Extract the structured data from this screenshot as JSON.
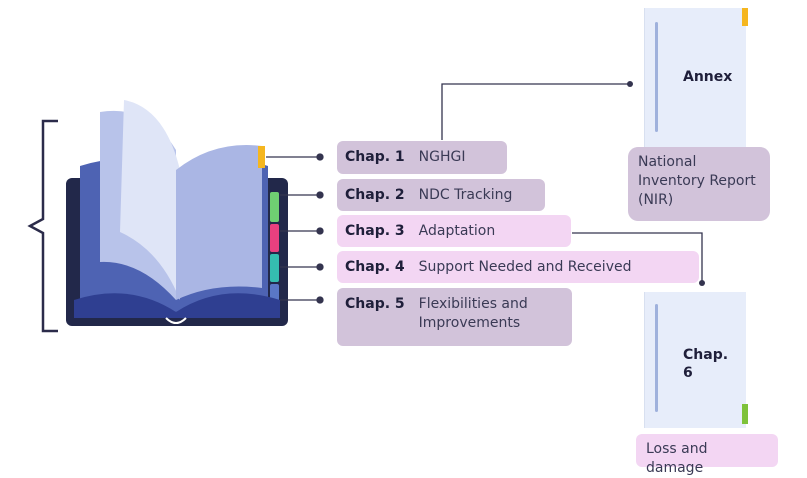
{
  "chapters": [
    {
      "num": "Chap. 1",
      "title": "NGHGI"
    },
    {
      "num": "Chap. 2",
      "title": "NDC Tracking"
    },
    {
      "num": "Chap. 3",
      "title": "Adaptation"
    },
    {
      "num": "Chap. 4",
      "title": "Support Needed and Received"
    },
    {
      "num": "Chap. 5",
      "title": "Flexibilities and Improvements"
    }
  ],
  "annex": {
    "label": "Annex",
    "note": "National Inventory Report (NIR)"
  },
  "chap6": {
    "label": "Chap. 6",
    "note": "Loss and damage"
  },
  "colors": {
    "book_cover": "#22284a",
    "book_page_dark": "#4e63b3",
    "book_page_light": "#b8c3ea",
    "tab_yellow": "#f5b61f",
    "tab_green": "#6fcf72",
    "tab_pink": "#e8407f",
    "tab_teal": "#35bdb0",
    "tab_blue": "#5a77c6",
    "connector": "#34344f"
  }
}
